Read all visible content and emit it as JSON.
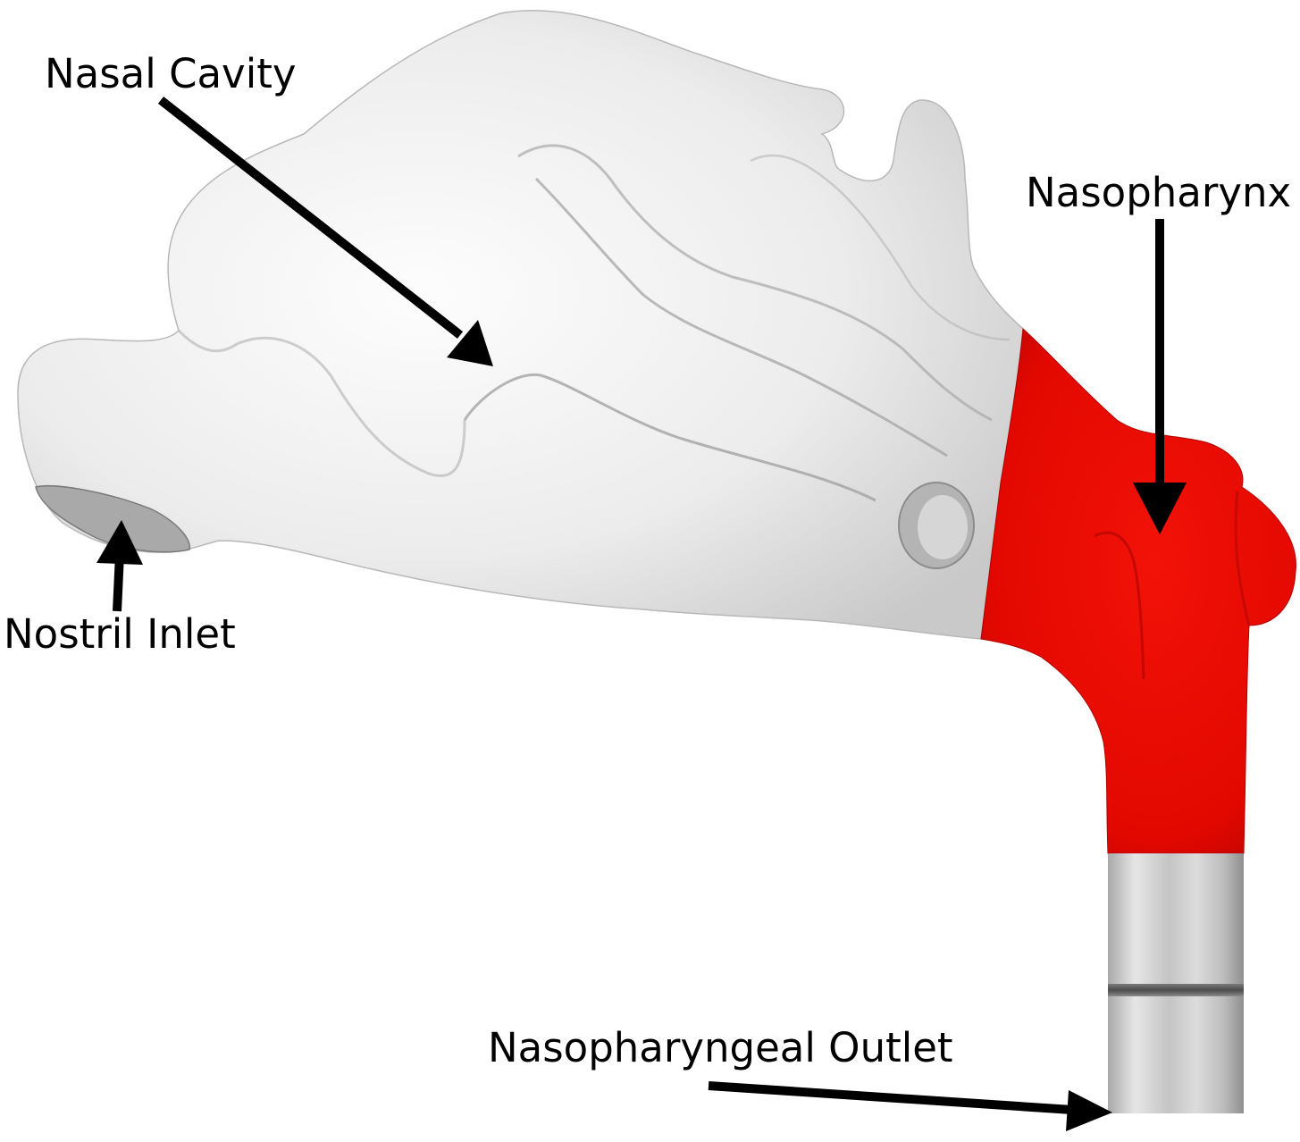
{
  "labels": {
    "nasal_cavity": "Nasal Cavity",
    "nasopharynx": "Nasopharynx",
    "nostril_inlet": "Nostril Inlet",
    "nasopharyngeal_outlet": "Nasopharyngeal Outlet"
  },
  "colors": {
    "nasal_cavity_fill": "#ececec",
    "nasopharynx_fill": "#ee0a00",
    "outlet_tube_fill": "#d4d4d4",
    "arrow": "#000000",
    "background": "#ffffff"
  }
}
